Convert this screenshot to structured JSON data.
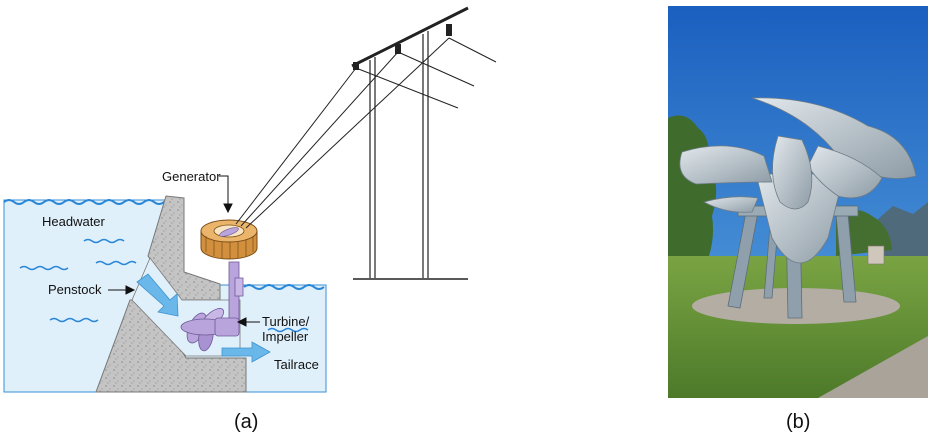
{
  "panel_a": {
    "labels": {
      "generator": "Generator",
      "headwater": "Headwater",
      "penstock": "Penstock",
      "turbine_line1": "Turbine/",
      "turbine_line2": "Impeller",
      "tailrace": "Tailrace"
    },
    "caption": "(a)"
  },
  "panel_b": {
    "caption": "(b)"
  },
  "colors": {
    "water": "#dff0fa",
    "water_line": "#3b8fd4",
    "dam_rock": "#c7c7c7",
    "generator": "#e0a050",
    "turbine": "#b9a4dc",
    "flow_arrow": "#6ab8ea",
    "sky": "#1f68c4",
    "grass": "#6f9a3c",
    "propeller": "#b7c3cc"
  }
}
